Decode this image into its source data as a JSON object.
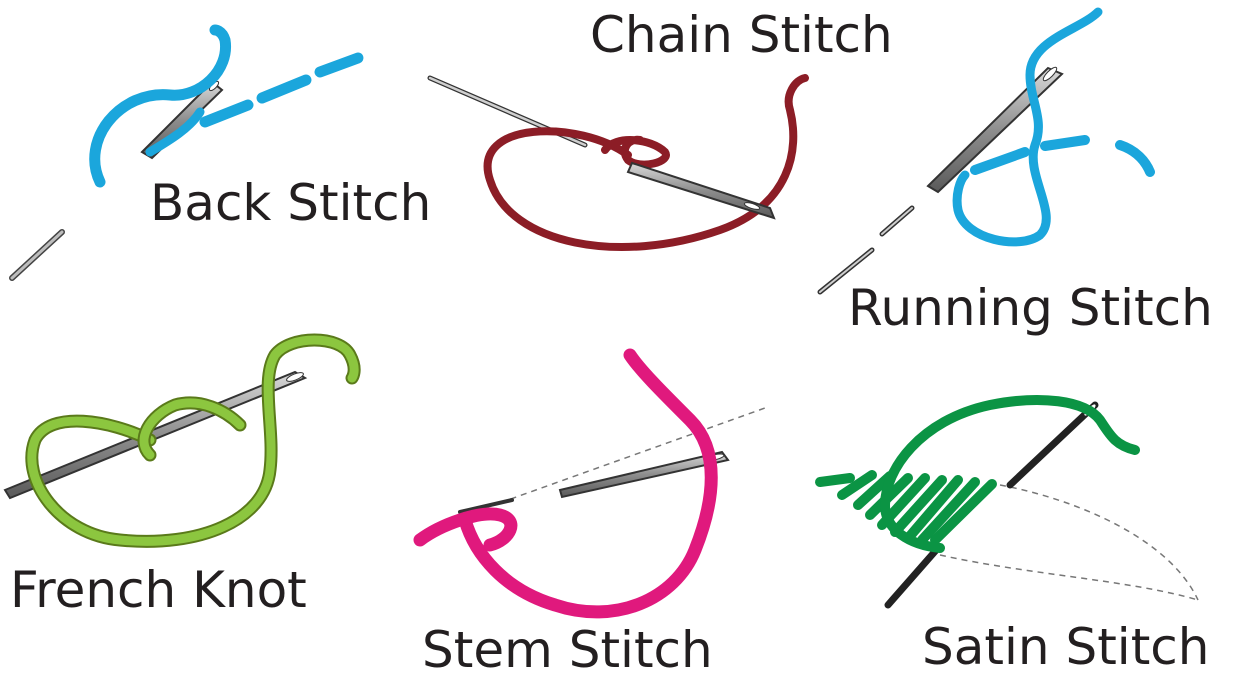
{
  "labels": {
    "back_stitch": "Back Stitch",
    "chain_stitch": "Chain Stitch",
    "running_stitch": "Running Stitch",
    "french_knot": "French Knot",
    "stem_stitch": "Stem Stitch",
    "satin_stitch": "Satin Stitch"
  },
  "colors": {
    "back_stitch_thread": "#1ba6dc",
    "chain_stitch_thread": "#8c1d26",
    "running_stitch_thread": "#1ba6dc",
    "french_knot_thread": "#8cc63f",
    "stem_stitch_thread": "#e0197d",
    "satin_stitch_thread": "#0b9444",
    "needle": "#9a9a9a",
    "text": "#231f20"
  }
}
